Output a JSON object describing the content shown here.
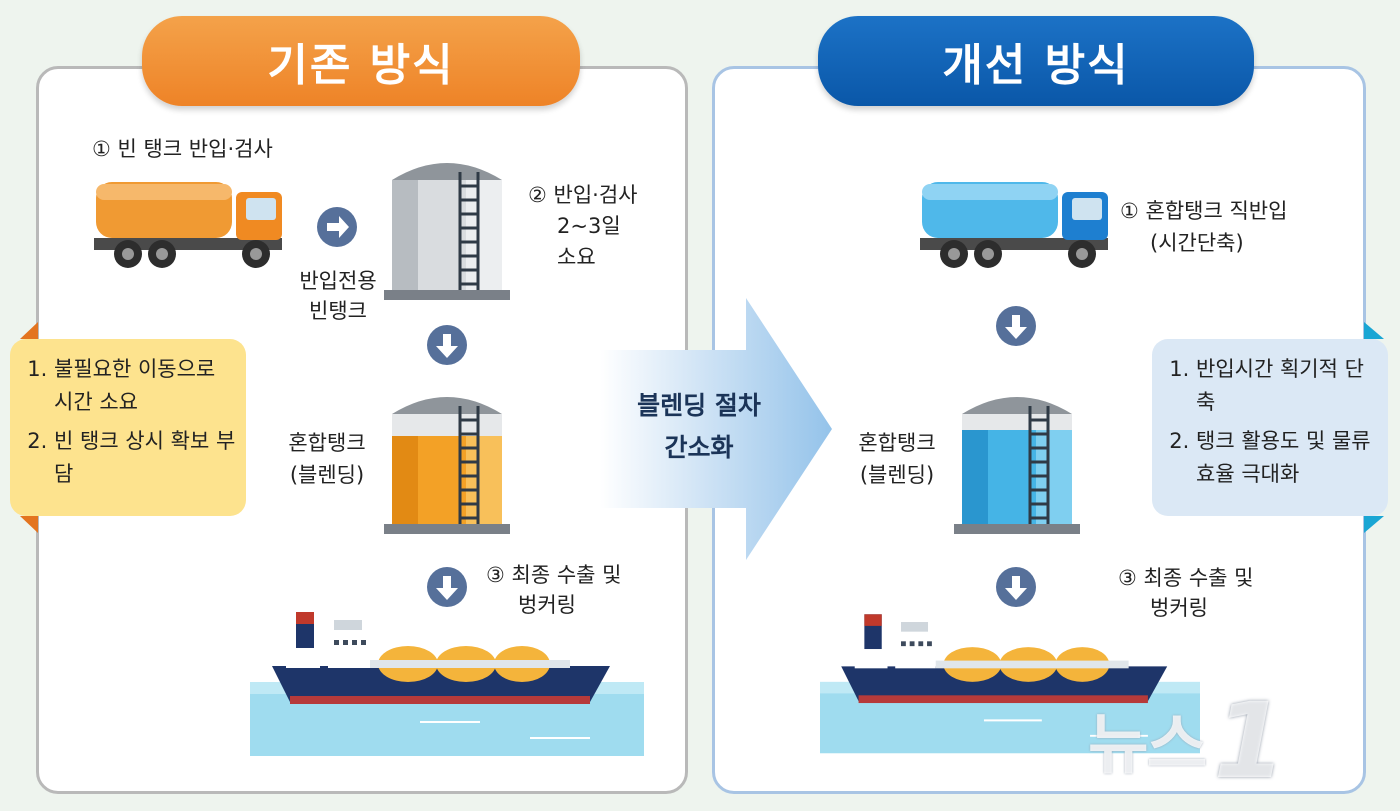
{
  "left_panel": {
    "title": "기존 방식",
    "step1": "① 빈 탱크 반입·검사",
    "empty_tank_label": [
      "반입전용",
      "빈탱크"
    ],
    "step2": [
      "② 반입·검사",
      "2~3일",
      "소요"
    ],
    "blend_tank_label": [
      "혼합탱크",
      "(블렌딩)"
    ],
    "step3": [
      "③ 최종 수출 및",
      "벙커링"
    ],
    "issues": [
      "불필요한 이동으로 시간 소요",
      "빈 탱크 상시 확보 부담"
    ]
  },
  "center": {
    "label": [
      "블렌딩 절차",
      "간소화"
    ]
  },
  "right_panel": {
    "title": "개선 방식",
    "step1": [
      "① 혼합탱크 직반입",
      "(시간단축)"
    ],
    "blend_tank_label": [
      "혼합탱크",
      "(블렌딩)"
    ],
    "step3": [
      "③ 최종 수출 및",
      "벙커링"
    ],
    "benefits": [
      "반입시간 획기적 단축",
      "탱크 활용도 및 물류 효율 극대화"
    ]
  },
  "watermark": {
    "text": "뉴스",
    "number": "1"
  },
  "icons": [
    "orange-tanker-truck-icon",
    "blue-tanker-truck-icon",
    "empty-storage-tank-icon",
    "orange-blend-tank-icon",
    "blue-blend-tank-icon",
    "lng-carrier-ship-icon",
    "right-arrow-circle-icon",
    "down-arrow-circle-icon",
    "big-right-arrow-icon"
  ],
  "colors": {
    "left_accent": "#ee8327",
    "right_accent": "#0a57a8",
    "left_box": "#fde38e",
    "right_box": "#dbe8f5",
    "arrow_circle": "#56709a"
  }
}
